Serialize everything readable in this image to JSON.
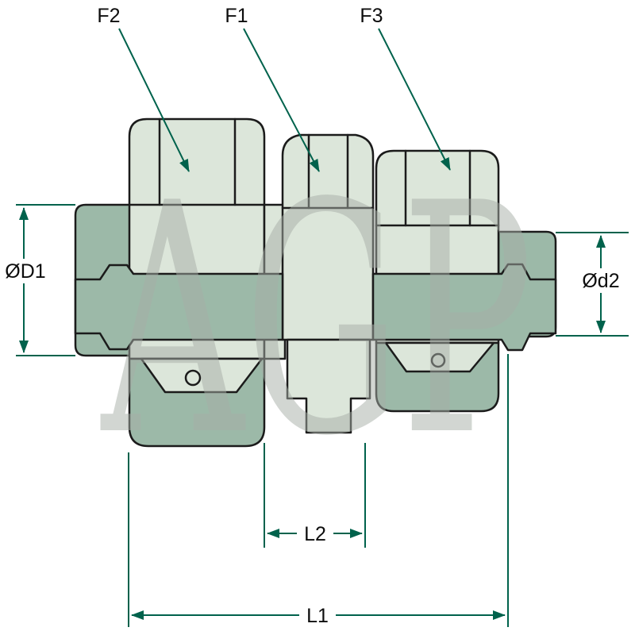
{
  "diagram": {
    "watermark": "AGP",
    "labels": {
      "f1": "F1",
      "f2": "F2",
      "f3": "F3",
      "diameter_left": "ØD1",
      "diameter_right": "Ød2",
      "length_overall": "L1",
      "length_center": "L2"
    },
    "colors": {
      "dimension": "#00624c",
      "body_light": "#dce6da",
      "body_dark": "#9cb9a8",
      "outline": "#1b1b1b",
      "watermark_gray": "#a7aea7",
      "label_text": "#0d0d0d"
    }
  }
}
